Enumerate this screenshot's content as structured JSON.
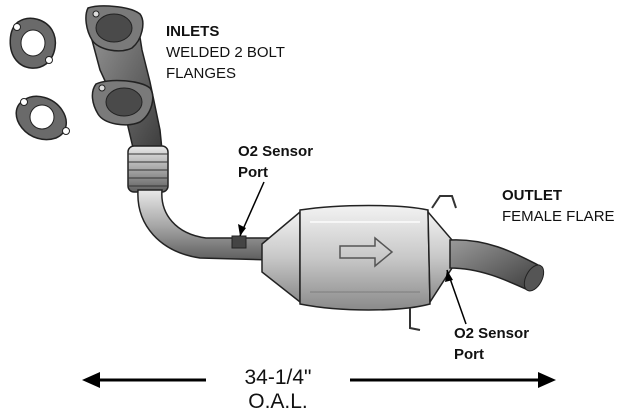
{
  "labels": {
    "inlets": {
      "title": "INLETS",
      "line1": "WELDED 2 BOLT",
      "line2": "FLANGES"
    },
    "o2_sensor_upper": {
      "line1": "O2 Sensor",
      "line2": "Port"
    },
    "outlet": {
      "title": "OUTLET",
      "line1": "FEMALE FLARE"
    },
    "o2_sensor_lower": {
      "line1": "O2 Sensor",
      "line2": "Port"
    }
  },
  "dimension": {
    "length": "34-1/4\"",
    "caption": "O.A.L."
  }
}
